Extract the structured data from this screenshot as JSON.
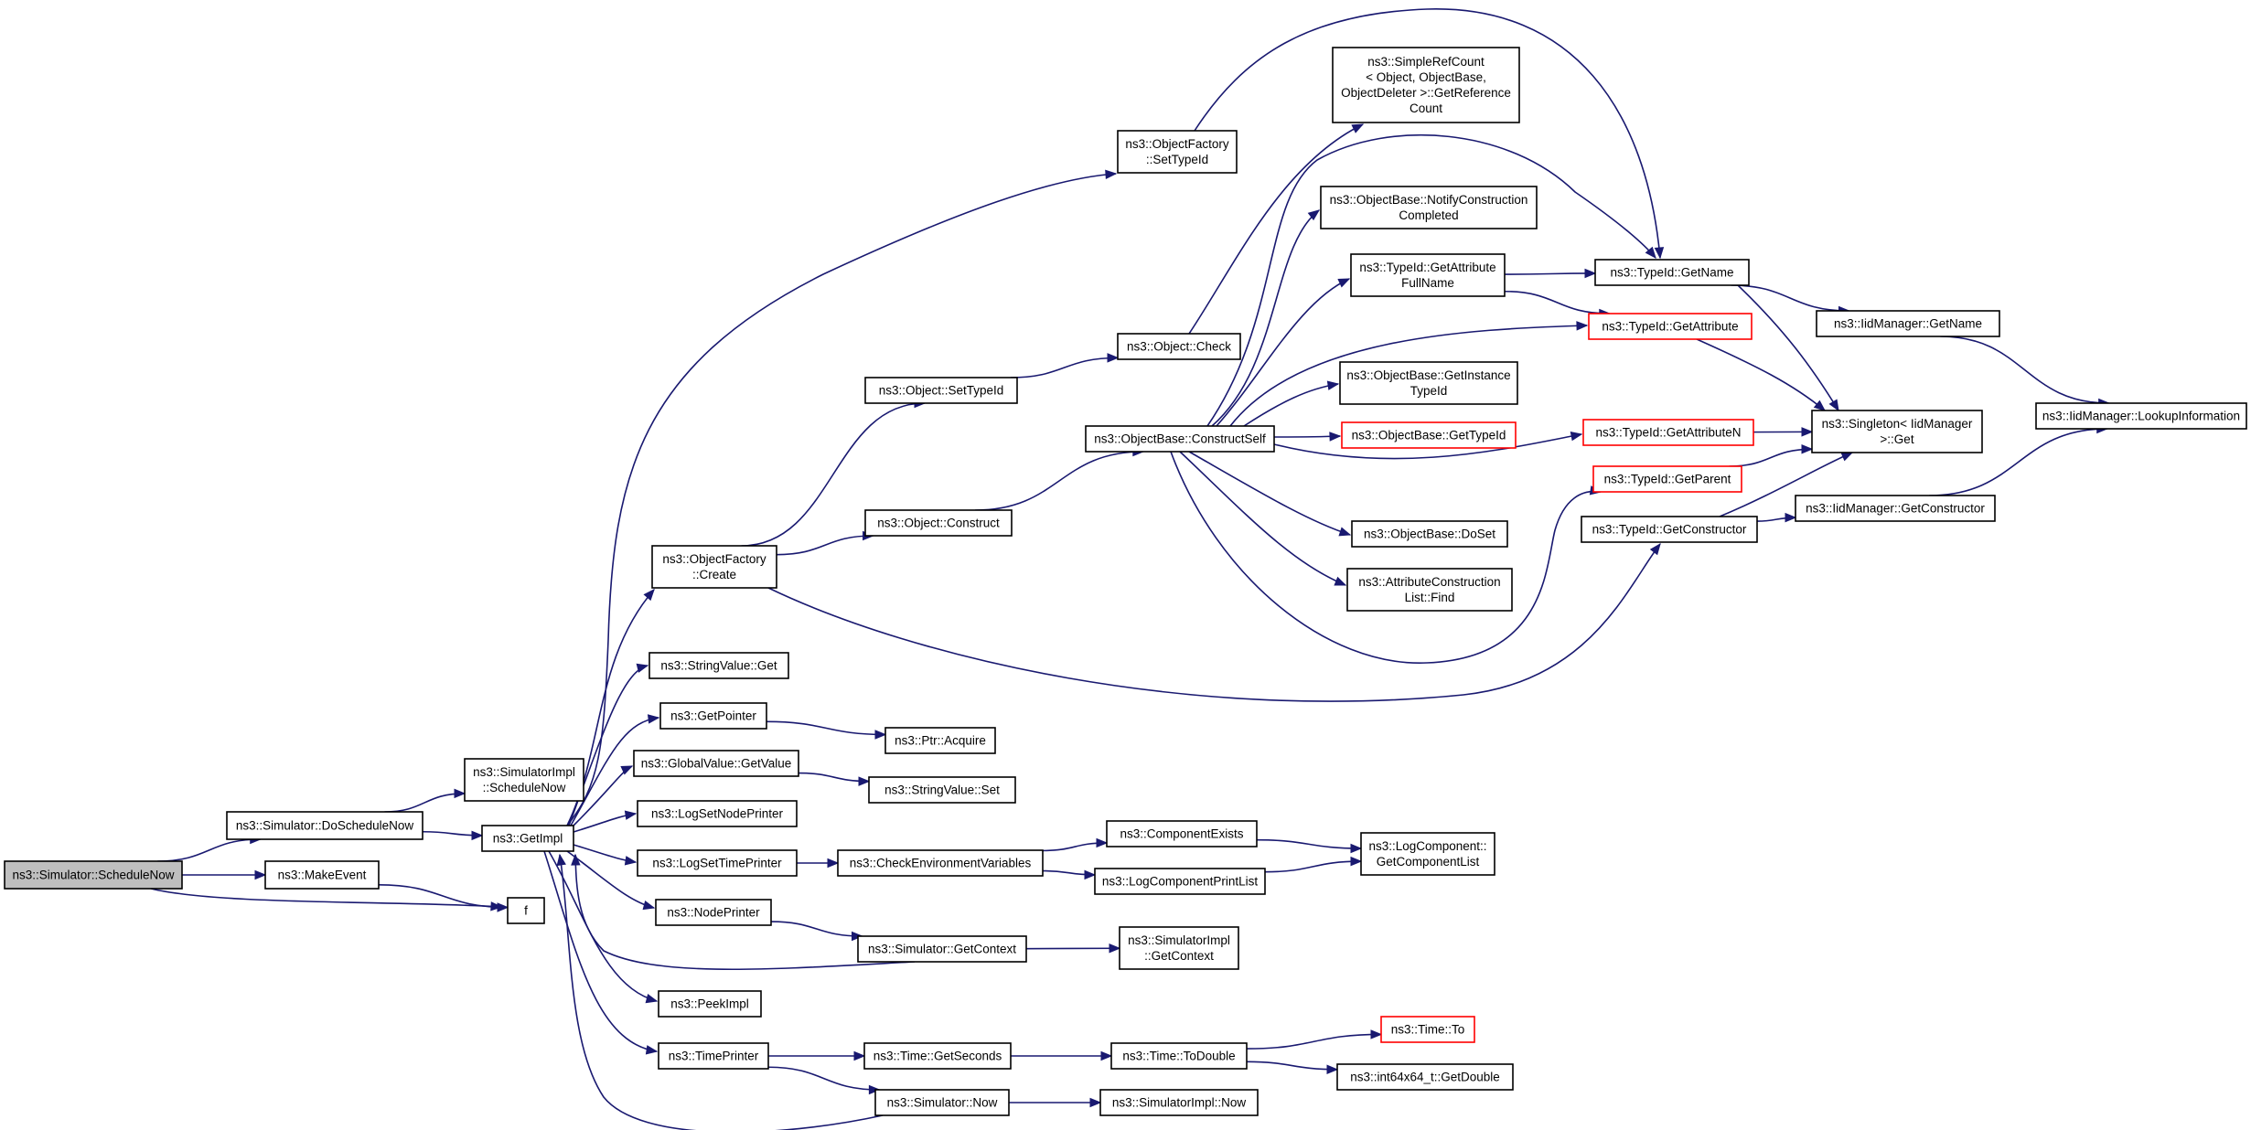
{
  "colors": {
    "edge": "#191970",
    "node_border": "#000000",
    "incomplete_border": "#ff0000",
    "root_fill": "#bfbfbf"
  },
  "nodes": [
    {
      "id": "n_schedulenow",
      "label": [
        "ns3::Simulator::ScheduleNow"
      ],
      "root": true
    },
    {
      "id": "n_doschedulenow",
      "label": [
        "ns3::Simulator::DoScheduleNow"
      ]
    },
    {
      "id": "n_makeevent",
      "label": [
        "ns3::MakeEvent"
      ]
    },
    {
      "id": "n_f",
      "label": [
        "f"
      ]
    },
    {
      "id": "n_simimpl_schedulenow",
      "label": [
        "ns3::SimulatorImpl",
        "::ScheduleNow"
      ]
    },
    {
      "id": "n_getimpl",
      "label": [
        "ns3::GetImpl"
      ]
    },
    {
      "id": "n_objectfactory_create",
      "label": [
        "ns3::ObjectFactory",
        "::Create"
      ]
    },
    {
      "id": "n_stringvalue_get",
      "label": [
        "ns3::StringValue::Get"
      ]
    },
    {
      "id": "n_getpointer",
      "label": [
        "ns3::GetPointer"
      ]
    },
    {
      "id": "n_globalvalue_getvalue",
      "label": [
        "ns3::GlobalValue::GetValue"
      ]
    },
    {
      "id": "n_logsetnodeprinter",
      "label": [
        "ns3::LogSetNodePrinter"
      ]
    },
    {
      "id": "n_logsettimeprinter",
      "label": [
        "ns3::LogSetTimePrinter"
      ]
    },
    {
      "id": "n_nodeprinter",
      "label": [
        "ns3::NodePrinter"
      ]
    },
    {
      "id": "n_peekimpl",
      "label": [
        "ns3::PeekImpl"
      ]
    },
    {
      "id": "n_timeprinter",
      "label": [
        "ns3::TimePrinter"
      ]
    },
    {
      "id": "n_objectfactory_settypeid",
      "label": [
        "ns3::ObjectFactory",
        "::SetTypeId"
      ]
    },
    {
      "id": "n_object_settypeid",
      "label": [
        "ns3::Object::SetTypeId"
      ]
    },
    {
      "id": "n_object_construct",
      "label": [
        "ns3::Object::Construct"
      ]
    },
    {
      "id": "n_ptr_acquire",
      "label": [
        "ns3::Ptr::Acquire"
      ]
    },
    {
      "id": "n_stringvalue_set",
      "label": [
        "ns3::StringValue::Set"
      ]
    },
    {
      "id": "n_checkenv",
      "label": [
        "ns3::CheckEnvironmentVariables"
      ]
    },
    {
      "id": "n_sim_getcontext",
      "label": [
        "ns3::Simulator::GetContext"
      ]
    },
    {
      "id": "n_time_getseconds",
      "label": [
        "ns3::Time::GetSeconds"
      ]
    },
    {
      "id": "n_sim_now",
      "label": [
        "ns3::Simulator::Now"
      ]
    },
    {
      "id": "n_object_check",
      "label": [
        "ns3::Object::Check"
      ]
    },
    {
      "id": "n_objbase_constructself",
      "label": [
        "ns3::ObjectBase::ConstructSelf"
      ]
    },
    {
      "id": "n_componentexists",
      "label": [
        "ns3::ComponentExists"
      ]
    },
    {
      "id": "n_logcomponentprintlist",
      "label": [
        "ns3::LogComponentPrintList"
      ]
    },
    {
      "id": "n_simimpl_getcontext",
      "label": [
        "ns3::SimulatorImpl",
        "::GetContext"
      ]
    },
    {
      "id": "n_time_todouble",
      "label": [
        "ns3::Time::ToDouble"
      ]
    },
    {
      "id": "n_simimpl_now",
      "label": [
        "ns3::SimulatorImpl::Now"
      ]
    },
    {
      "id": "n_simplerefcount",
      "label": [
        "ns3::SimpleRefCount",
        "< Object, ObjectBase,",
        "ObjectDeleter >::GetReference",
        "Count"
      ]
    },
    {
      "id": "n_objbase_notify",
      "label": [
        "ns3::ObjectBase::NotifyConstruction",
        "Completed"
      ]
    },
    {
      "id": "n_typeid_getattributefullname",
      "label": [
        "ns3::TypeId::GetAttribute",
        "FullName"
      ]
    },
    {
      "id": "n_objbase_getinstancetypeid",
      "label": [
        "ns3::ObjectBase::GetInstance",
        "TypeId"
      ]
    },
    {
      "id": "n_objbase_gettypeid",
      "label": [
        "ns3::ObjectBase::GetTypeId"
      ],
      "red": true
    },
    {
      "id": "n_objbase_doset",
      "label": [
        "ns3::ObjectBase::DoSet"
      ]
    },
    {
      "id": "n_attrconstructionlist_find",
      "label": [
        "ns3::AttributeConstruction",
        "List::Find"
      ]
    },
    {
      "id": "n_logcomponent_getcomponentlist",
      "label": [
        "ns3::LogComponent::",
        "GetComponentList"
      ]
    },
    {
      "id": "n_time_to",
      "label": [
        "ns3::Time::To"
      ],
      "red": true
    },
    {
      "id": "n_int64x64_getdouble",
      "label": [
        "ns3::int64x64_t::GetDouble"
      ]
    },
    {
      "id": "n_typeid_getname",
      "label": [
        "ns3::TypeId::GetName"
      ]
    },
    {
      "id": "n_typeid_getattribute",
      "label": [
        "ns3::TypeId::GetAttribute"
      ],
      "red": true
    },
    {
      "id": "n_typeid_getattributen",
      "label": [
        "ns3::TypeId::GetAttributeN"
      ],
      "red": true
    },
    {
      "id": "n_typeid_getparent",
      "label": [
        "ns3::TypeId::GetParent"
      ],
      "red": true
    },
    {
      "id": "n_typeid_getconstructor",
      "label": [
        "ns3::TypeId::GetConstructor"
      ]
    },
    {
      "id": "n_iidmanager_getname",
      "label": [
        "ns3::IidManager::GetName"
      ]
    },
    {
      "id": "n_singleton_get",
      "label": [
        "ns3::Singleton< IidManager",
        ">::Get"
      ]
    },
    {
      "id": "n_iidmanager_getconstructor",
      "label": [
        "ns3::IidManager::GetConstructor"
      ]
    },
    {
      "id": "n_iidmanager_lookupinformation",
      "label": [
        "ns3::IidManager::LookupInformation"
      ]
    }
  ],
  "edges": [
    [
      "n_schedulenow",
      "n_doschedulenow"
    ],
    [
      "n_schedulenow",
      "n_makeevent"
    ],
    [
      "n_schedulenow",
      "n_f"
    ],
    [
      "n_makeevent",
      "n_f"
    ],
    [
      "n_doschedulenow",
      "n_simimpl_schedulenow"
    ],
    [
      "n_doschedulenow",
      "n_getimpl"
    ],
    [
      "n_getimpl",
      "n_objectfactory_create"
    ],
    [
      "n_getimpl",
      "n_objectfactory_settypeid"
    ],
    [
      "n_getimpl",
      "n_stringvalue_get"
    ],
    [
      "n_getimpl",
      "n_getpointer"
    ],
    [
      "n_getimpl",
      "n_globalvalue_getvalue"
    ],
    [
      "n_getimpl",
      "n_logsetnodeprinter"
    ],
    [
      "n_getimpl",
      "n_logsettimeprinter"
    ],
    [
      "n_getimpl",
      "n_nodeprinter"
    ],
    [
      "n_getimpl",
      "n_peekimpl"
    ],
    [
      "n_getimpl",
      "n_timeprinter"
    ],
    [
      "n_objectfactory_create",
      "n_object_settypeid"
    ],
    [
      "n_objectfactory_create",
      "n_object_construct"
    ],
    [
      "n_objectfactory_create",
      "n_typeid_getconstructor"
    ],
    [
      "n_objectfactory_settypeid",
      "n_typeid_getname"
    ],
    [
      "n_object_settypeid",
      "n_object_check"
    ],
    [
      "n_object_check",
      "n_simplerefcount"
    ],
    [
      "n_object_construct",
      "n_objbase_constructself"
    ],
    [
      "n_objbase_constructself",
      "n_objbase_notify"
    ],
    [
      "n_objbase_constructself",
      "n_typeid_getattributefullname"
    ],
    [
      "n_objbase_constructself",
      "n_typeid_getattribute"
    ],
    [
      "n_objbase_constructself",
      "n_objbase_getinstancetypeid"
    ],
    [
      "n_objbase_constructself",
      "n_objbase_gettypeid"
    ],
    [
      "n_objbase_constructself",
      "n_typeid_getattributen"
    ],
    [
      "n_objbase_constructself",
      "n_objbase_doset"
    ],
    [
      "n_objbase_constructself",
      "n_attrconstructionlist_find"
    ],
    [
      "n_objbase_constructself",
      "n_typeid_getname"
    ],
    [
      "n_objbase_constructself",
      "n_typeid_getparent"
    ],
    [
      "n_typeid_getattributefullname",
      "n_typeid_getname"
    ],
    [
      "n_typeid_getattributefullname",
      "n_typeid_getattribute"
    ],
    [
      "n_typeid_getname",
      "n_iidmanager_getname"
    ],
    [
      "n_typeid_getname",
      "n_singleton_get"
    ],
    [
      "n_typeid_getattribute",
      "n_singleton_get"
    ],
    [
      "n_typeid_getattributen",
      "n_singleton_get"
    ],
    [
      "n_typeid_getparent",
      "n_singleton_get"
    ],
    [
      "n_typeid_getconstructor",
      "n_singleton_get"
    ],
    [
      "n_typeid_getconstructor",
      "n_iidmanager_getconstructor"
    ],
    [
      "n_iidmanager_getname",
      "n_iidmanager_lookupinformation"
    ],
    [
      "n_iidmanager_getconstructor",
      "n_iidmanager_lookupinformation"
    ],
    [
      "n_getpointer",
      "n_ptr_acquire"
    ],
    [
      "n_globalvalue_getvalue",
      "n_stringvalue_set"
    ],
    [
      "n_logsettimeprinter",
      "n_checkenv"
    ],
    [
      "n_checkenv",
      "n_componentexists"
    ],
    [
      "n_checkenv",
      "n_logcomponentprintlist"
    ],
    [
      "n_componentexists",
      "n_logcomponent_getcomponentlist"
    ],
    [
      "n_logcomponentprintlist",
      "n_logcomponent_getcomponentlist"
    ],
    [
      "n_nodeprinter",
      "n_sim_getcontext"
    ],
    [
      "n_sim_getcontext",
      "n_simimpl_getcontext"
    ],
    [
      "n_sim_getcontext",
      "n_getimpl"
    ],
    [
      "n_timeprinter",
      "n_time_getseconds"
    ],
    [
      "n_timeprinter",
      "n_sim_now"
    ],
    [
      "n_time_getseconds",
      "n_time_todouble"
    ],
    [
      "n_time_todouble",
      "n_time_to"
    ],
    [
      "n_time_todouble",
      "n_int64x64_getdouble"
    ],
    [
      "n_sim_now",
      "n_simimpl_now"
    ],
    [
      "n_sim_now",
      "n_getimpl"
    ]
  ]
}
